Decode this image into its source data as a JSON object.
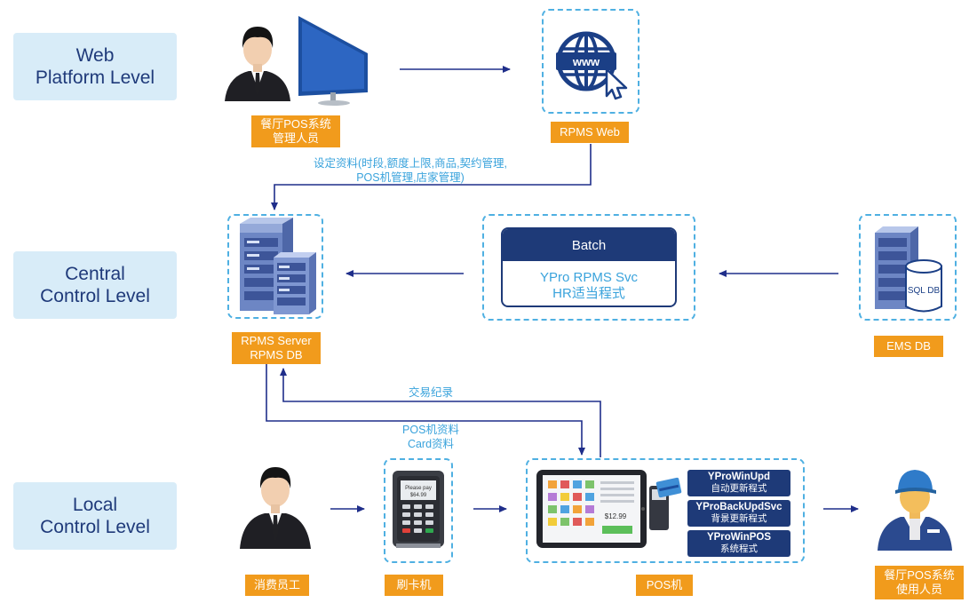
{
  "levels": {
    "web": [
      "Web",
      "Platform Level"
    ],
    "central": [
      "Central",
      "Control Level"
    ],
    "local": [
      "Local",
      "Control Level"
    ]
  },
  "tags": {
    "manager": [
      "餐厅POS系统",
      "管理人员"
    ],
    "rpms_web": "RPMS Web",
    "rpms_server": [
      "RPMS Server",
      "RPMS DB"
    ],
    "ems_db": "EMS DB",
    "employee": "消费员工",
    "card_reader": "刷卡机",
    "pos": "POS机",
    "pos_user": [
      "餐厅POS系统",
      "使用人员"
    ]
  },
  "flows": {
    "settings": [
      "设定资料(时段,额度上限,商品,契约管理,",
      "POS机管理,店家管理)"
    ],
    "transactions": "交易纪录",
    "pos_data": [
      "POS机资料",
      "Card资料"
    ]
  },
  "batch": {
    "header": "Batch",
    "lines": [
      "YPro RPMS Svc",
      "HR适当程式"
    ]
  },
  "pos_programs": [
    {
      "name": "YProWinUpd",
      "desc": "自动更新程式"
    },
    {
      "name": "YProBackUpdSvc",
      "desc": "背景更新程式"
    },
    {
      "name": "YProWinPOS",
      "desc": "系统程式"
    }
  ],
  "screen_text": {
    "www": "www",
    "sql_db": "SQL DB",
    "card_screen": [
      "Please pay",
      "$64.99"
    ],
    "pos_total": "$12.99"
  },
  "colors": {
    "level_bg": "#d8ecf8",
    "level_text": "#1f3a7a",
    "tag_orange": "#f19b1c",
    "dashed_border": "#4fb0e2",
    "arrow_navy": "#1f2e8a",
    "flow_text": "#3aa3dc",
    "batch_navy": "#1e3a78"
  }
}
